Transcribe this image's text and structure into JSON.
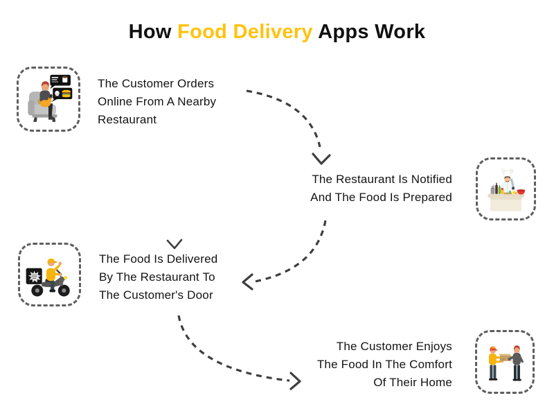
{
  "title": {
    "prefix": "How ",
    "highlight": "Food Delivery",
    "suffix": " Apps Work"
  },
  "colors": {
    "highlight_yellow": "#FFC20E",
    "text_black": "#101010",
    "arrow_gray": "#3E3E3E",
    "dashed_border_gray": "#5F5F5F"
  },
  "steps": [
    {
      "id": 1,
      "illustration": "customer-ordering-on-sofa",
      "lines": [
        "The Customer Orders",
        "Online From A Nearby",
        "Restaurant"
      ],
      "align": "left"
    },
    {
      "id": 2,
      "illustration": "chef-preparing-food-at-counter",
      "lines": [
        "The Restaurant Is Notified",
        "And The Food Is Prepared"
      ],
      "align": "right"
    },
    {
      "id": 3,
      "illustration": "delivery-rider-on-scooter",
      "lines": [
        "The Food Is Delivered",
        "By The Restaurant To",
        "The Customer's Door"
      ],
      "align": "left"
    },
    {
      "id": 4,
      "illustration": "courier-handing-boxes-to-customer",
      "lines": [
        "The Customer Enjoys",
        "The Food In The Comfort",
        "Of Their Home"
      ],
      "align": "right"
    }
  ],
  "arrows": [
    {
      "from": "step-1",
      "to": "step-2",
      "style": "dashed-curve",
      "head": "chevron-down"
    },
    {
      "from": "step-2",
      "to": "step-3",
      "style": "dashed-curve",
      "head": "chevron-left"
    },
    {
      "from": "step-3",
      "to": "step-4",
      "style": "dashed-curve",
      "head": "chevron-right"
    },
    {
      "from": "above-step-3-text",
      "to": "step-3",
      "style": "chevron-only",
      "head": "chevron-down"
    }
  ]
}
